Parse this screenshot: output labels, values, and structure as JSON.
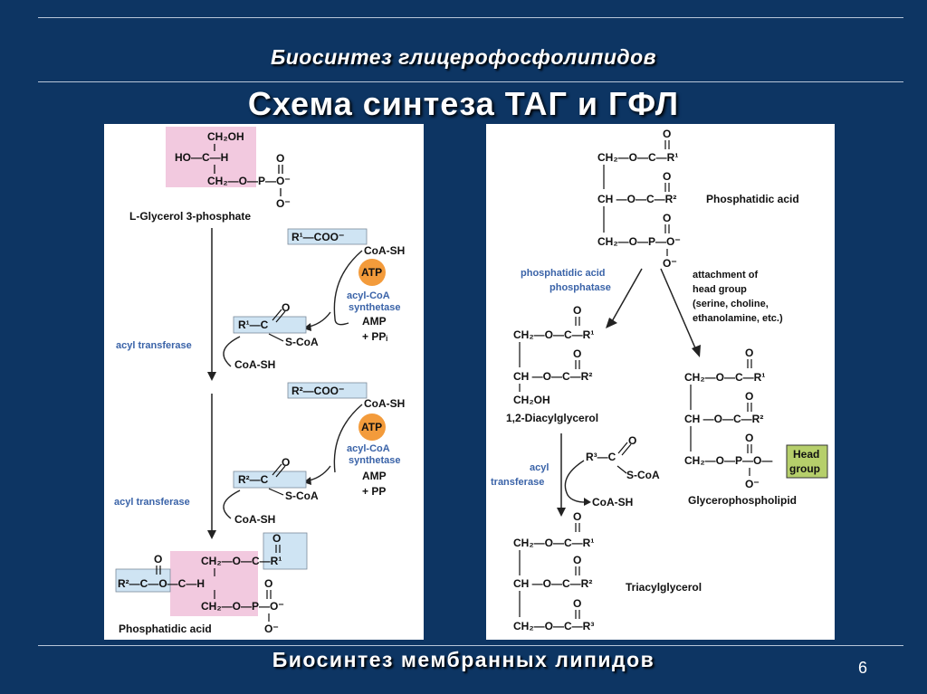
{
  "slide": {
    "subtitle": "Биосинтез  глицерофосфолипидов",
    "headline": "Схема синтеза ТАГ и ГФЛ",
    "footer": "Биосинтез  мембранных  липидов",
    "page_number": "6"
  },
  "left": {
    "glycerol_label": "L-Glycerol 3-phosphate",
    "r1_coo": "R¹—COO⁻",
    "r2_coo": "R²—COO⁻",
    "coash_in_1": "CoA-SH",
    "coash_in_2": "CoA-SH",
    "atp_1": "ATP",
    "atp_2": "ATP",
    "synthetase_1": "acyl-CoA synthetase",
    "synthetase_2": "acyl-CoA synthetase",
    "amp_1": "AMP",
    "amp_2": "AMP",
    "ppi_1": "+ PPᵢ",
    "pp_2": "+ PP",
    "transferase_1": "acyl transferase",
    "transferase_2": "acyl transferase",
    "coash_out_1": "CoA-SH",
    "coash_out_2": "CoA-SH",
    "scoa": "S-CoA",
    "phosphatidic_label": "Phosphatidic acid"
  },
  "right": {
    "phosphatidic_label": "Phosphatidic acid",
    "phosphatase": "phosphatidic acid phosphatase",
    "attachment": "attachment of head group (serine, choline, ethanolamine, etc.)",
    "dag_label": "1,2-Diacylglycerol",
    "acyl_transferase": "acyl transferase",
    "coash": "CoA-SH",
    "scoa": "S-CoA",
    "head_group": "Head group",
    "gpl_label": "Glycerophospholipid",
    "tag_label": "Triacylglycerol"
  },
  "colors": {
    "background": "#0d3563",
    "pink_box": "#f2c9df",
    "blue_box": "#cfe4f3",
    "atp": "#f39b3b",
    "head_group": "#b6cf6b",
    "enzyme_text": "#3a63a8"
  }
}
